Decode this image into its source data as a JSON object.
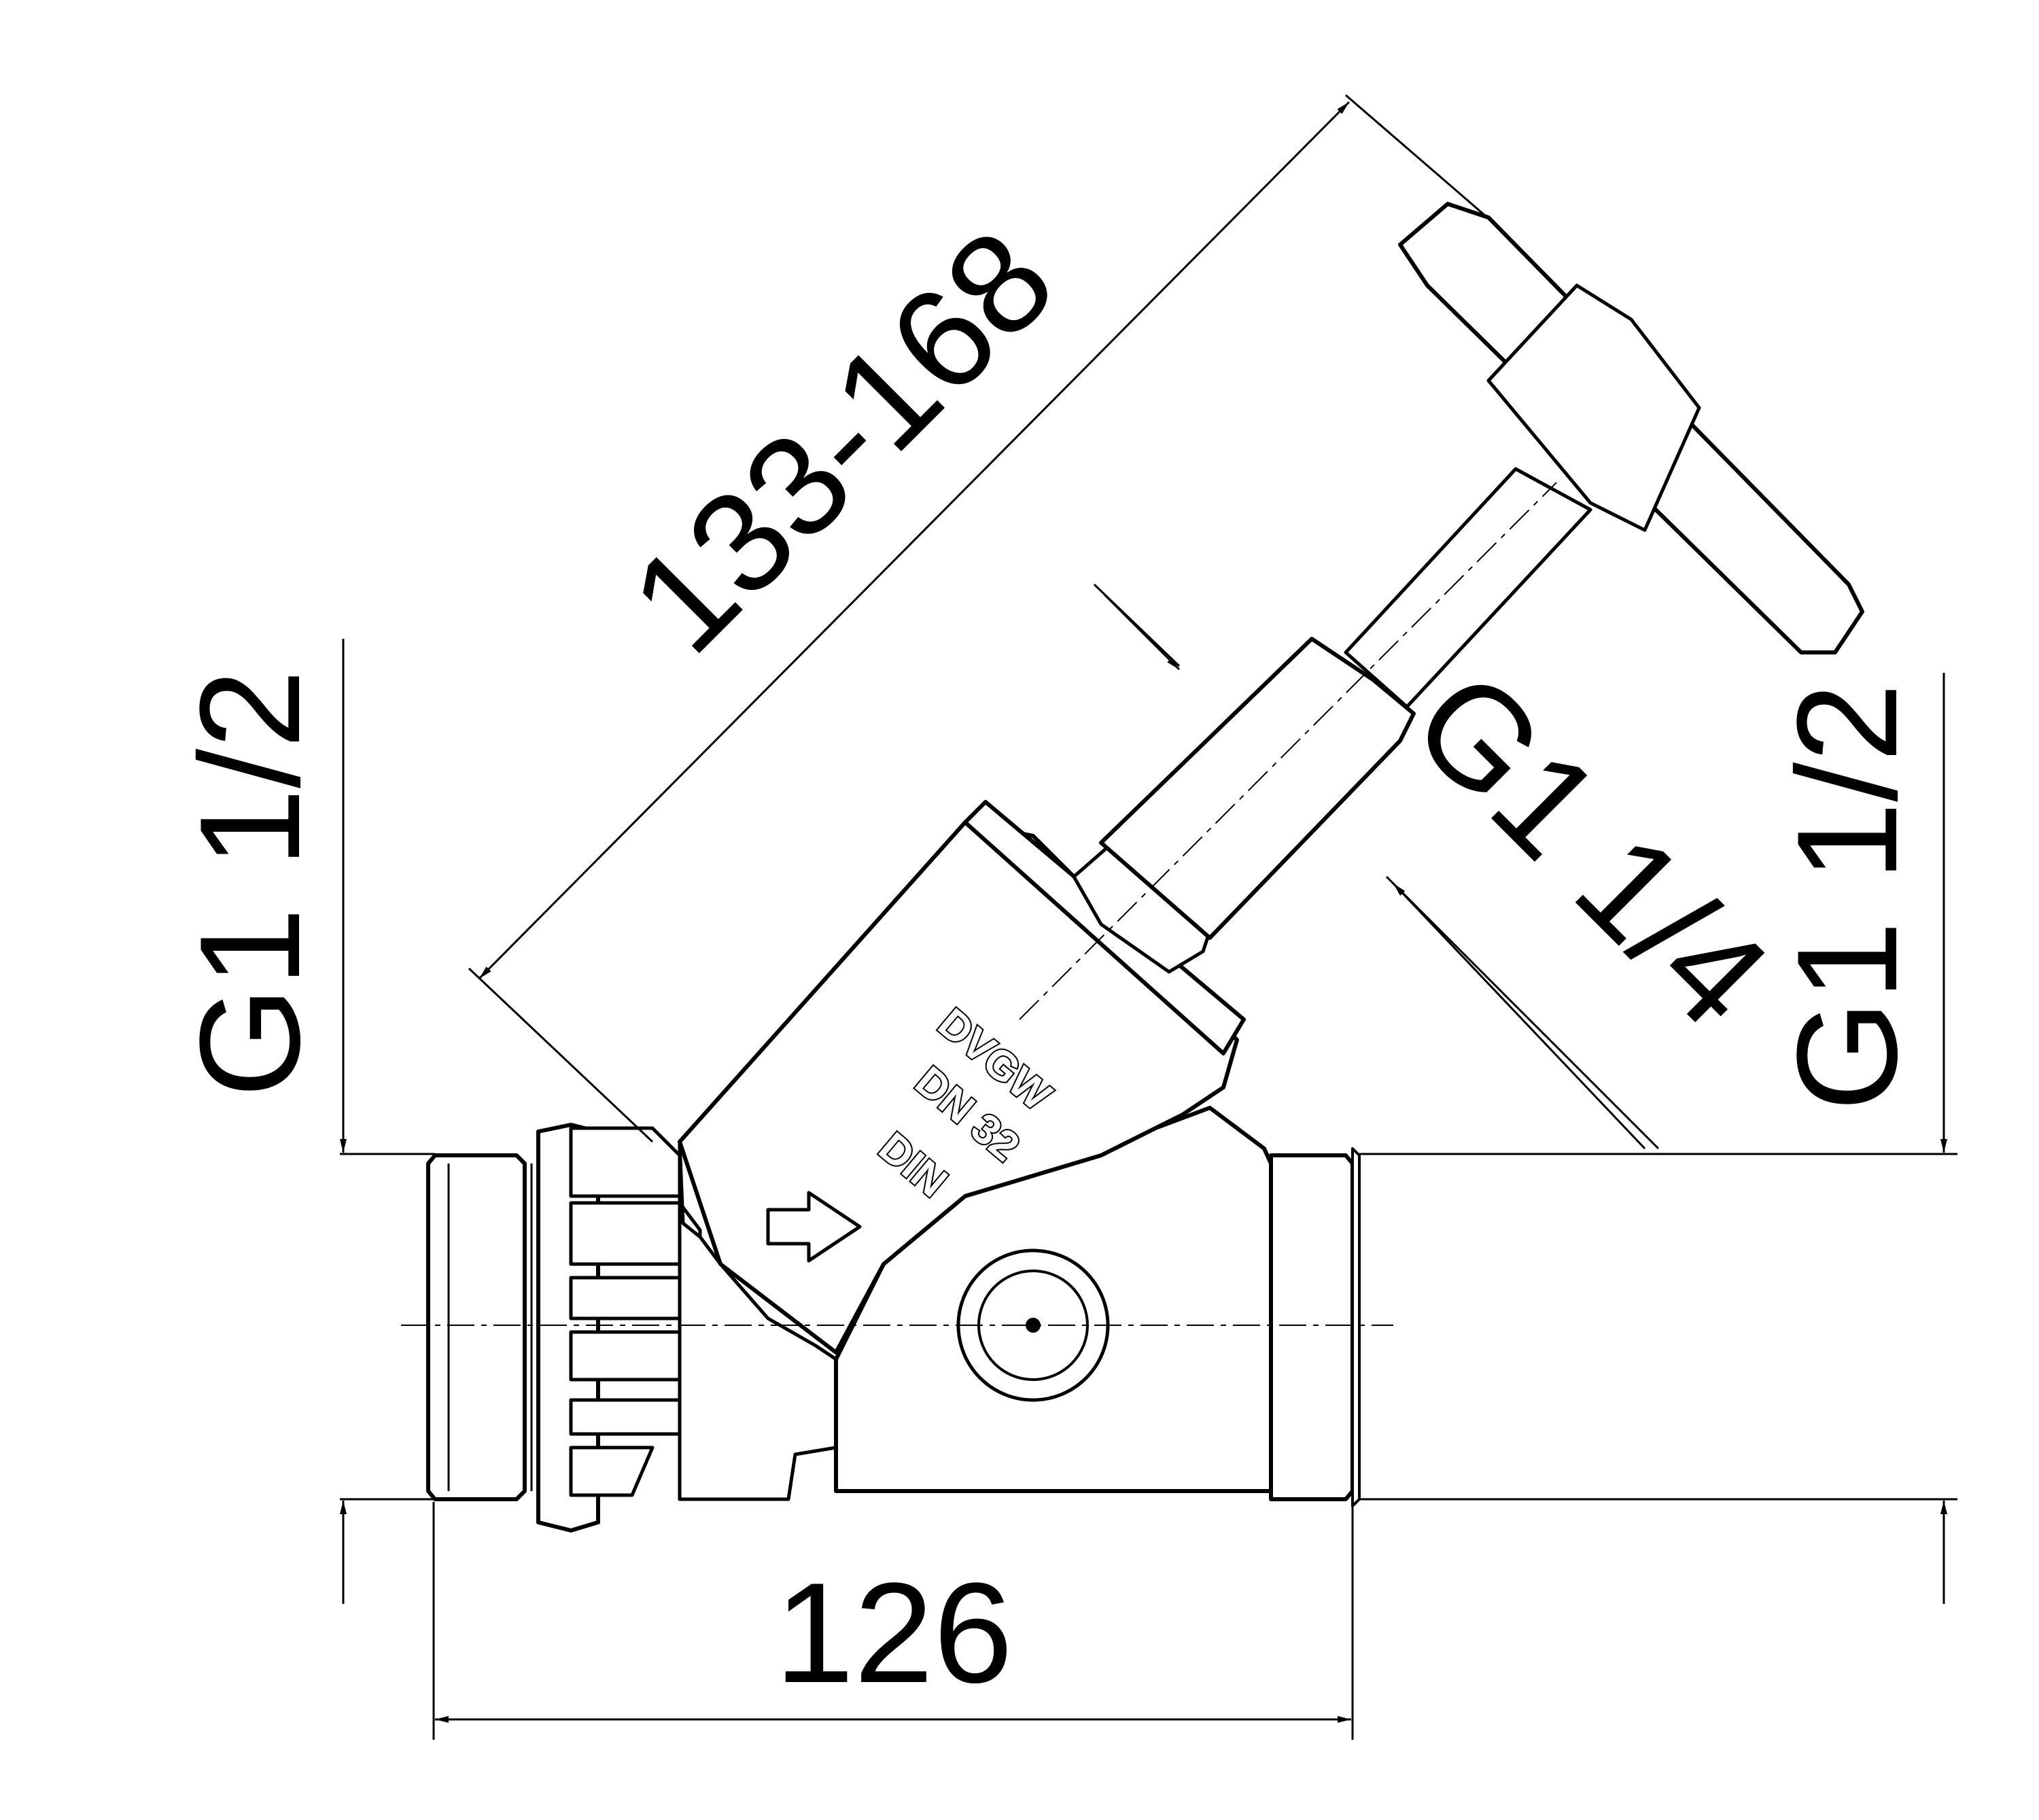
{
  "dimensions": {
    "overall_length": "126",
    "height_range": "133-168",
    "left_thread": "G1 1/2",
    "right_thread": "G1 1/2",
    "bonnet_thread": "G1 1/4"
  },
  "body_markings": {
    "approval": "DVGW",
    "nominal_size": "DN 32",
    "standard": "DIN"
  },
  "colors": {
    "line": "#000000",
    "background": "#ffffff"
  }
}
